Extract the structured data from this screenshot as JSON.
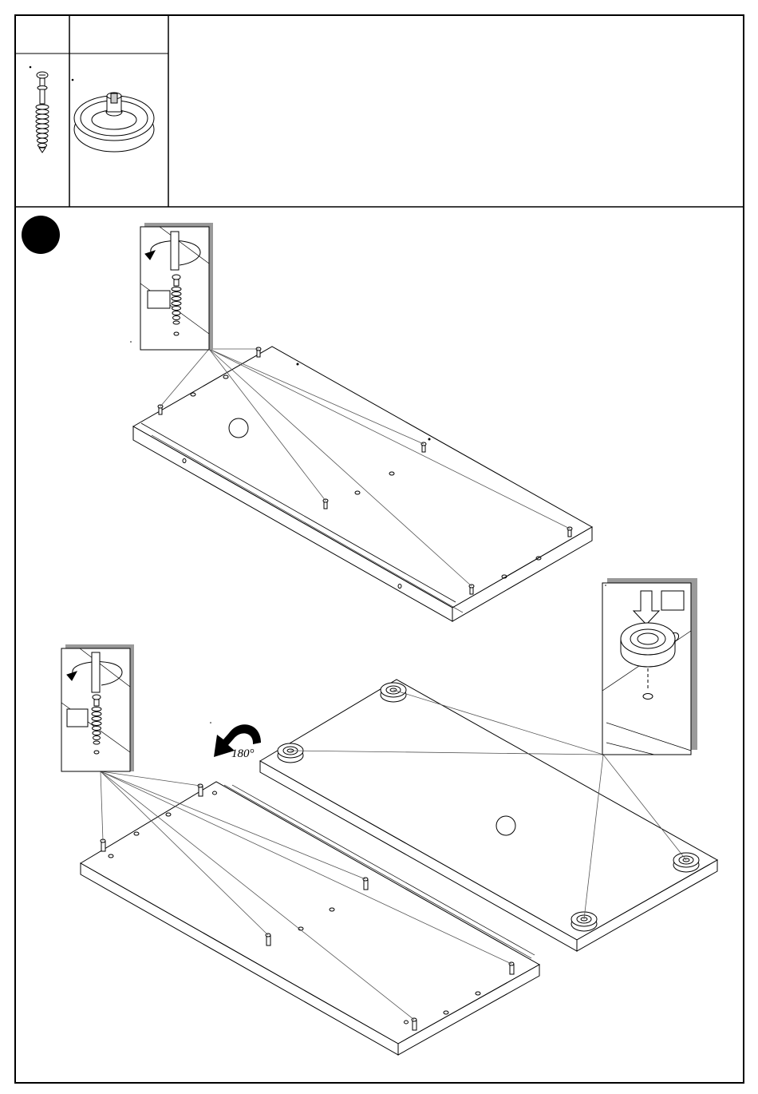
{
  "page": {
    "kind": "assembly-instruction-sheet"
  },
  "parts_table": {
    "columns": [
      {
        "part": "cam-bolt",
        "header_label": "",
        "quantity_label": ""
      },
      {
        "part": "caster-wheel",
        "header_label": "",
        "quantity_label": ""
      }
    ]
  },
  "step": {
    "number_label": "",
    "rotation_label": "180°"
  },
  "callouts": {
    "top_screw_detail_label": "",
    "bottom_screw_detail_label": "",
    "wheel_detail_label": "",
    "panel_top_label": "",
    "panel_right_label": ""
  },
  "icons": [
    "cam-bolt-icon",
    "caster-wheel-icon",
    "screwdriver-turn-icon",
    "press-down-arrow-icon",
    "rotate-arrow-icon"
  ],
  "colors": {
    "line": "#000000",
    "leader": "#555555",
    "shadow": "#9a9a9a",
    "badge": "#000000"
  }
}
